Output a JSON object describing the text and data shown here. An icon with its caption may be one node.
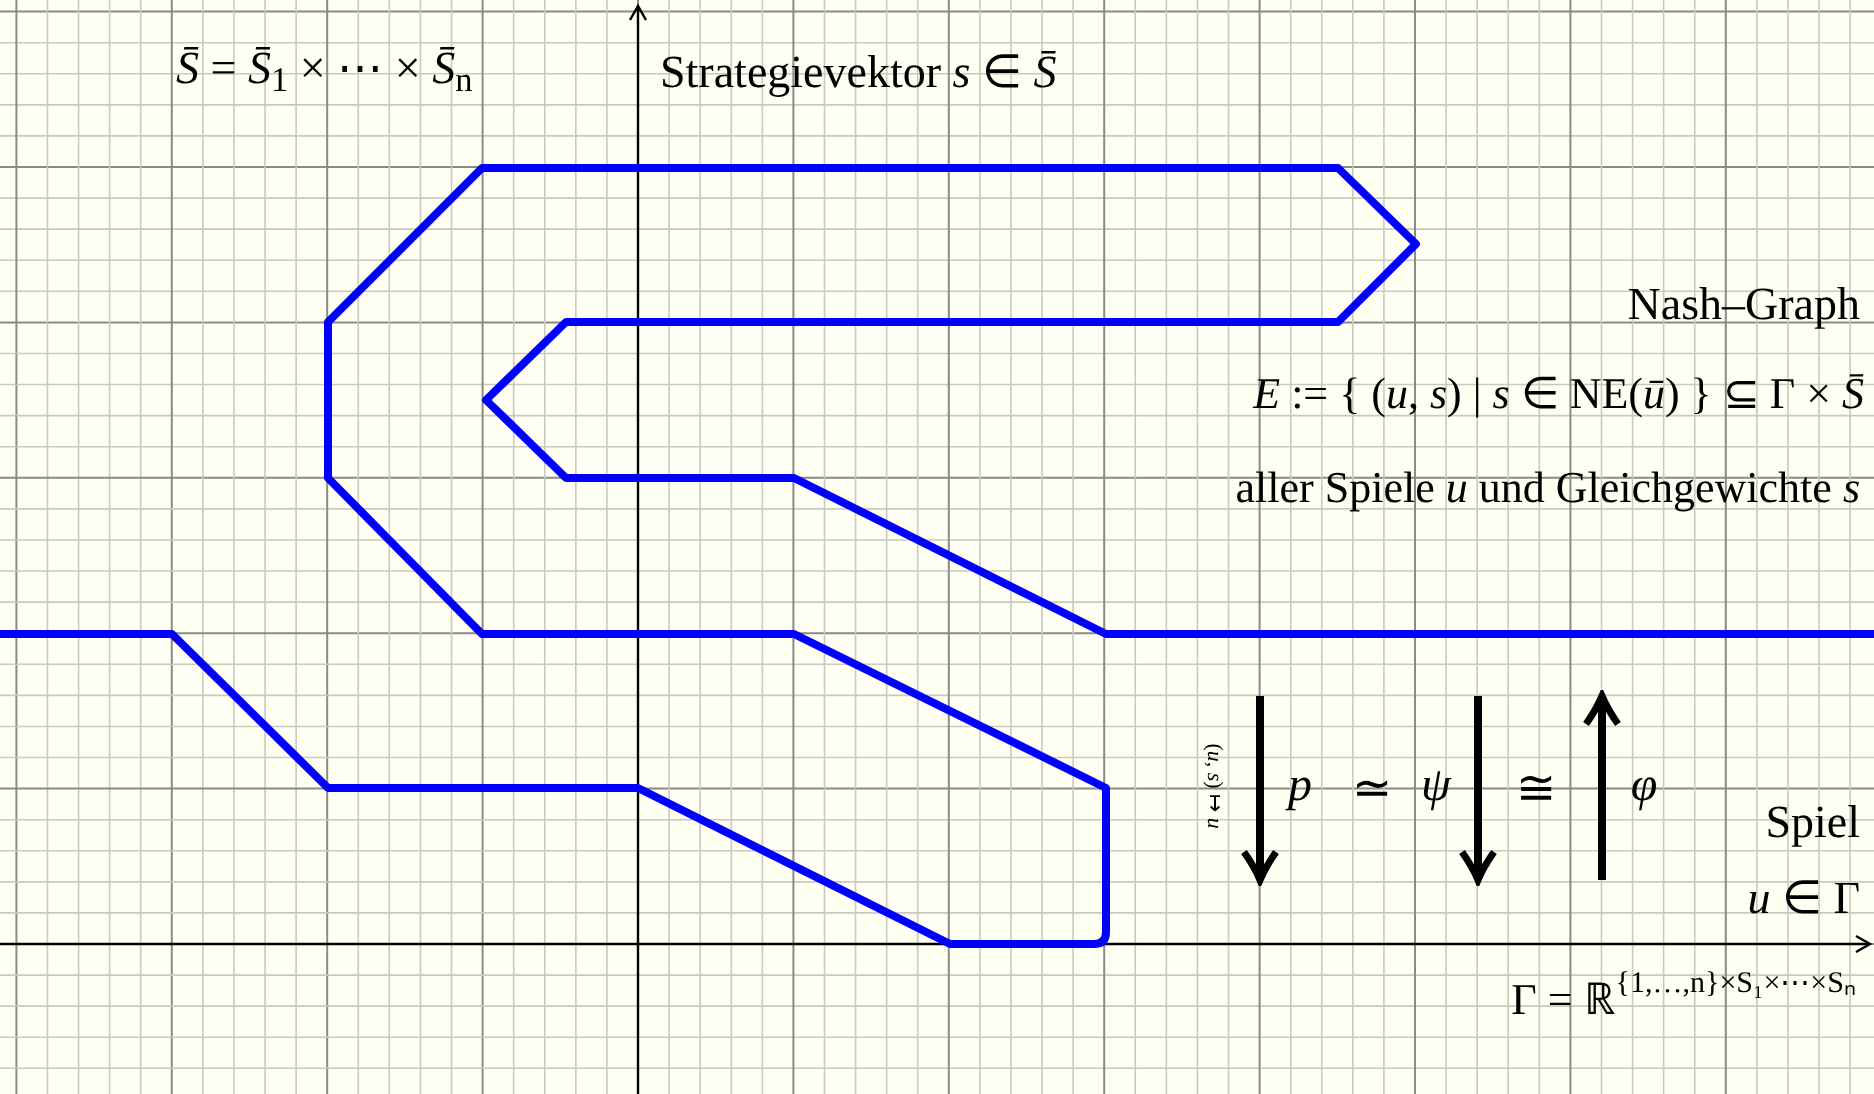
{
  "diagram": {
    "labels": [
      "*S̄* = *S̄*$_{1}$ × ⋯ × *S̄*$_{n}$",
      "Strategievektor *s* ∈ *S̄*",
      "Nash–Graph",
      "*E* := { (*u*, *s*) | *s* ∈ NE(*ū*) } ⊆ Γ × *S̄*",
      "aller Spiele *u* und Gleichgewichte *s*",
      "(*u*, *s*) ↦ *u*",
      "p",
      "≃",
      "ψ",
      "≅",
      "φ",
      "Spiel",
      "*u* ∈ Γ",
      "Γ = ℝ",
      "{1,…,n}×S₁×⋯×Sₙ"
    ]
  }
}
